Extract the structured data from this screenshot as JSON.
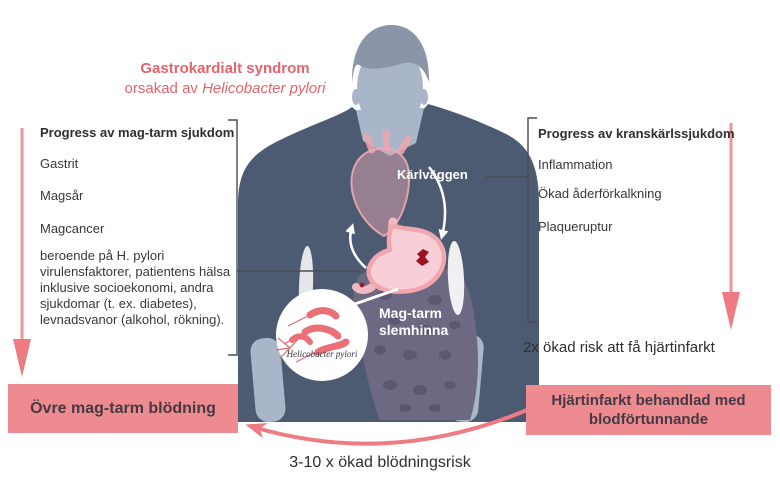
{
  "title": {
    "line1": "Gastrokardialt syndrom",
    "line2_prefix": "orsakad av",
    "line2_species": "Helicobacter pylori"
  },
  "left_panel": {
    "heading": "Progress av mag-tarm sjukdom",
    "items": [
      "Gastrit",
      "Magsår",
      "Magcancer"
    ],
    "note": "beroende på H. pylori virulensfaktorer, patientens hälsa inklusive socioekonomi, andra sjukdomar (t. ex. diabetes), levnadsvanor (alkohol, rökning)."
  },
  "right_panel": {
    "heading": "Progress av kranskärlssjukdom",
    "items": [
      "Inflammation",
      "Ökad åderförkalkning",
      "Plaqueruptur"
    ],
    "risk_note": "2x ökad risk att få hjärtinfarkt"
  },
  "figure_labels": {
    "vessel_wall": "Kärlväggen",
    "gi_mucosa": "Mag-tarm slemhinna",
    "bacteria": "Helicobacter pylori"
  },
  "outcome_boxes": {
    "left": "Övre mag-tarm blödning",
    "right": "Hjärtinfarkt behandlad med blodförtunnande"
  },
  "bottom_note": "3-10 x ökad blödningsrisk",
  "icons": {
    "figure": "human-torso-illustration",
    "heart": "anatomical-heart-icon",
    "stomach": "stomach-icon",
    "intestines": "intestines-icon",
    "bacteria_circle": "helicobacter-pylori-microscope-icon",
    "cycle": "heart-stomach-cycle-arrows"
  },
  "colors": {
    "accent_pink": "#e5636c",
    "box_pink": "#ee8b90",
    "arrow_pink": "#ee7b82",
    "arrow_line_pink": "#f29399",
    "body_slate": "#4d5b72",
    "body_light": "#a9b5c8",
    "hair_gray": "#8a95a7",
    "stomach_pink": "#f8cfd6",
    "stomach_outline": "#f2a6b0",
    "intestine_purple": "#6e6983",
    "ulcer_red": "#9b1220",
    "text_dark": "#38383d",
    "box_text": "#453a44",
    "line_dark": "#4b4b54"
  }
}
